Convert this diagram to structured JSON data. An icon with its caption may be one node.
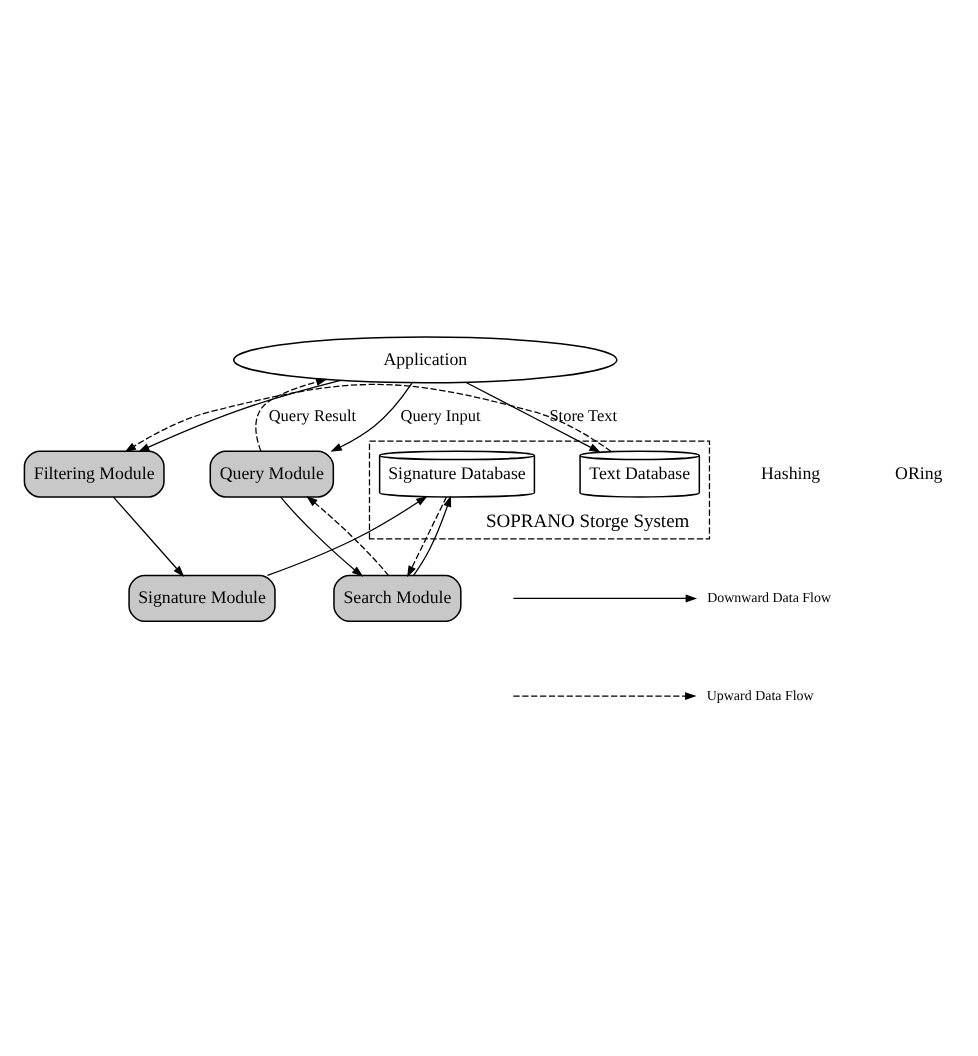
{
  "diagram": {
    "nodes": [
      {
        "text": [
          "Application"
        ]
      },
      {
        "text": [
          "Filtering Module"
        ]
      },
      {
        "text": [
          "Signature Module"
        ]
      },
      {
        "text": [
          "Query Module"
        ]
      },
      {
        "text": [
          "Search Module"
        ]
      },
      {
        "text": [
          "SOPRANO Storge System"
        ]
      },
      {
        "text": [
          "Text Database"
        ],
        "in": 5
      },
      {
        "text": [
          "Signature Database"
        ],
        "in": 5
      }
    ],
    "edges": [
      {
        "from": 0,
        "to": 6,
        "arrow": "to",
        "label": "Store Text"
      },
      {
        "from": 0,
        "to": 1,
        "arrow": "to"
      },
      {
        "from": 6,
        "to": 1,
        "arrow": "to",
        "style": "dashed"
      },
      {
        "from": 1,
        "to": 2,
        "arrow": "to"
      },
      {
        "from": 0,
        "to": 3,
        "arrow": "to",
        "label": "Query Input"
      },
      {
        "from": 3,
        "to": 0,
        "arrow": "to",
        "style": "dashed",
        "label": "Query Result"
      },
      {
        "from": 3,
        "to": 4,
        "arrow": "to"
      },
      {
        "from": 4,
        "to": 3,
        "arrow": "to",
        "style": "dashed"
      },
      {
        "from": 2,
        "to": 7,
        "arrow": "to"
      },
      {
        "from": 4,
        "to": 7,
        "arrow": "to"
      },
      {
        "from": 7,
        "to": 4,
        "arrow": "to",
        "style": "dashed"
      }
    ],
    "labels": [
      "Hashing",
      "ORing"
    ],
    "legend": [
      {
        "text": "Downward Data Flow"
      },
      {
        "text": "Upward Data Flow"
      }
    ]
  }
}
